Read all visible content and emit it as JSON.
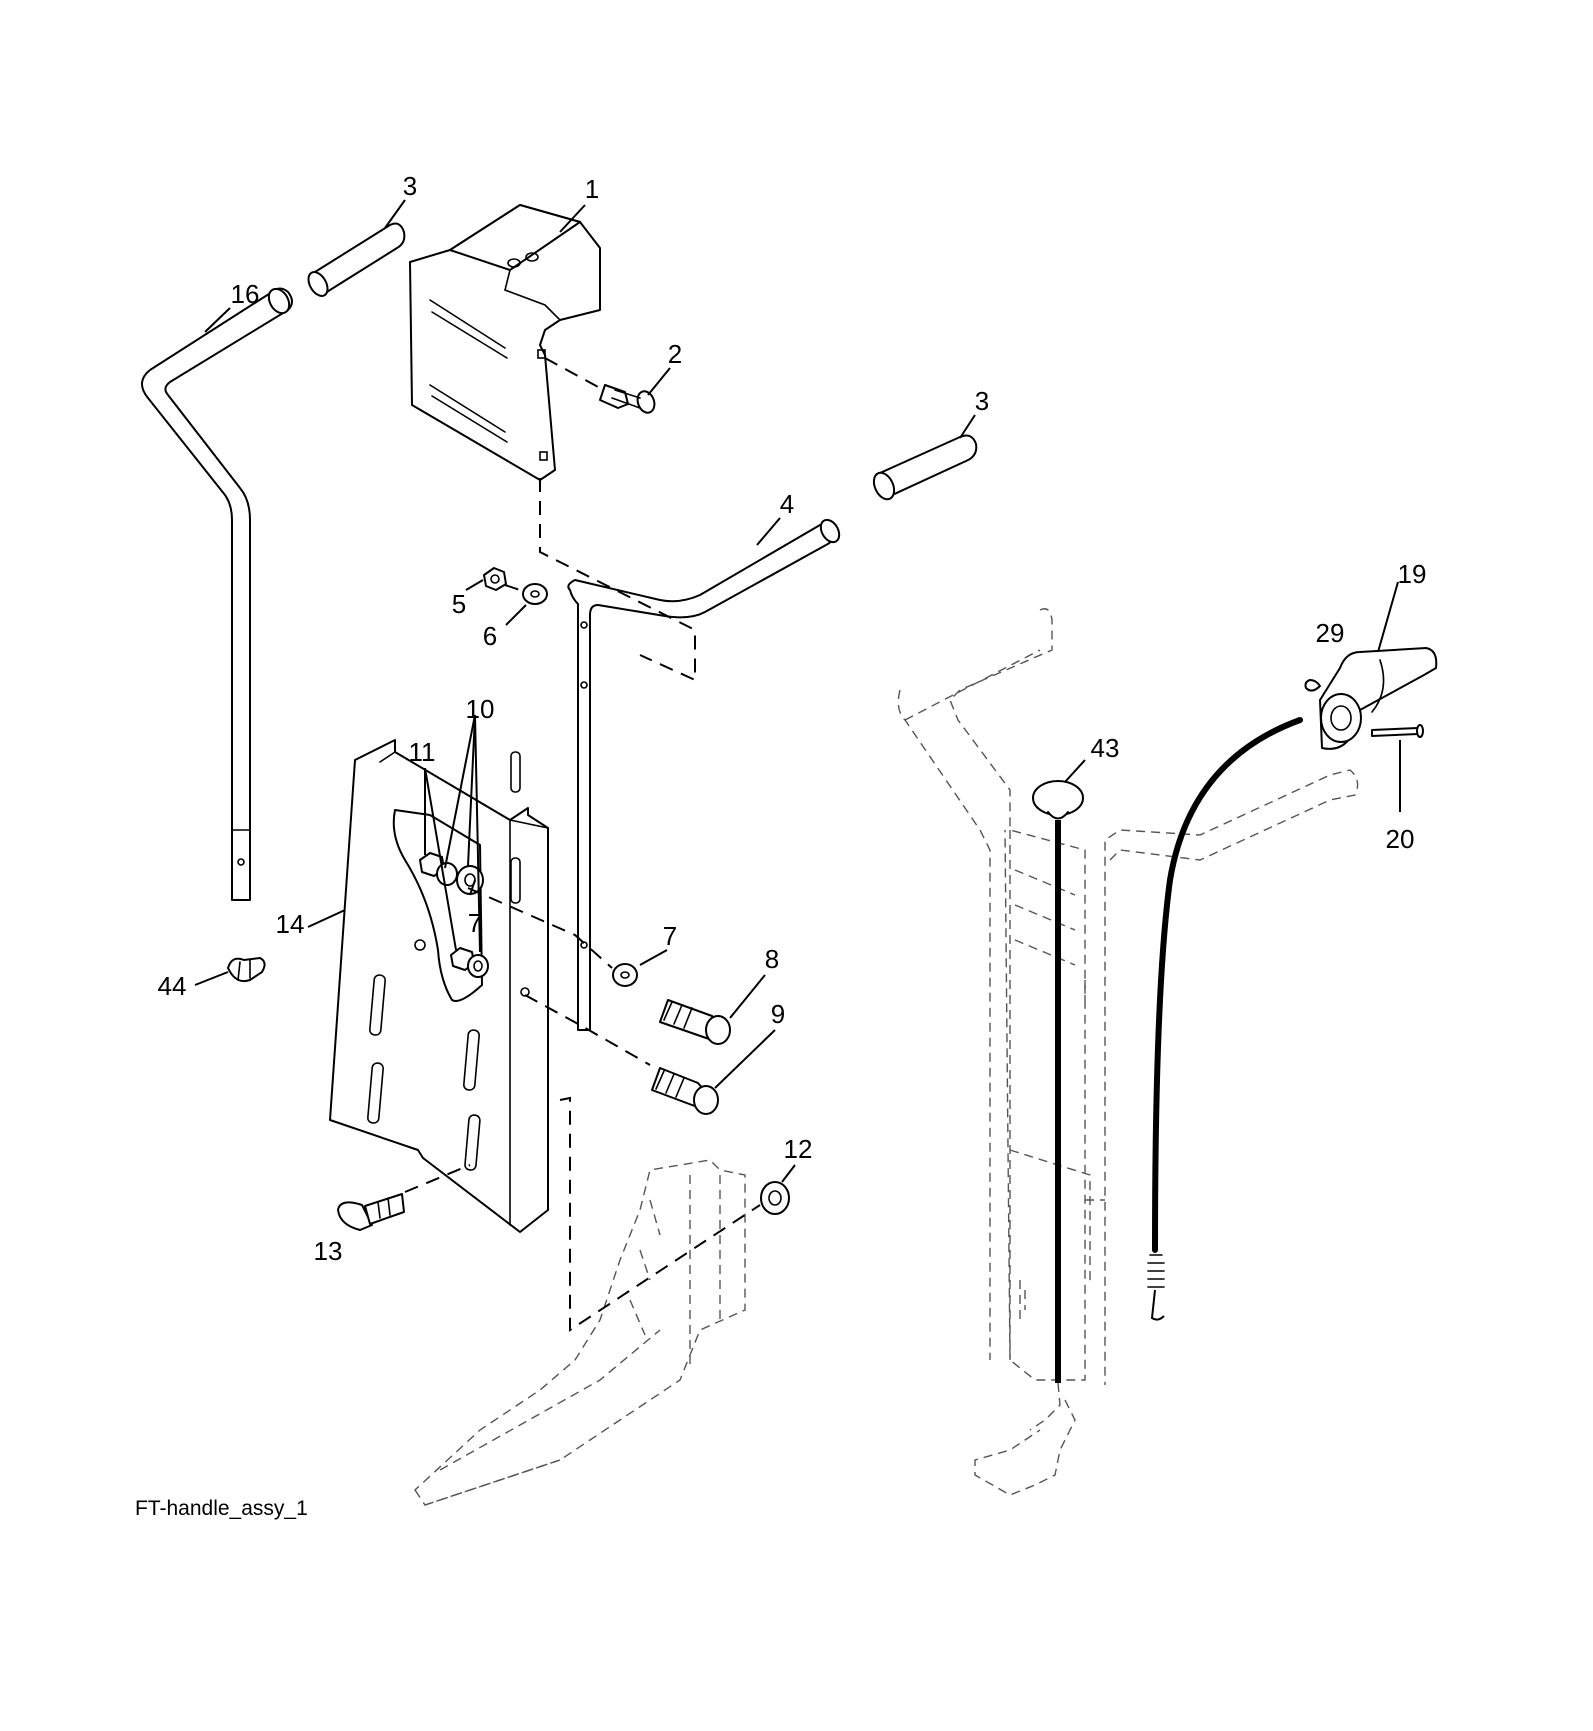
{
  "caption": "FT-handle_assy_1",
  "callouts": {
    "c1": "1",
    "c2": "2",
    "c3a": "3",
    "c3b": "3",
    "c4": "4",
    "c5": "5",
    "c6": "6",
    "c7a": "7",
    "c7b": "7",
    "c8": "8",
    "c9": "9",
    "c10": "10",
    "c11": "11",
    "c12": "12",
    "c13": "13",
    "c14": "14",
    "c16": "16",
    "c19": "19",
    "c20": "20",
    "c29": "29",
    "c43": "43",
    "c44": "44"
  }
}
